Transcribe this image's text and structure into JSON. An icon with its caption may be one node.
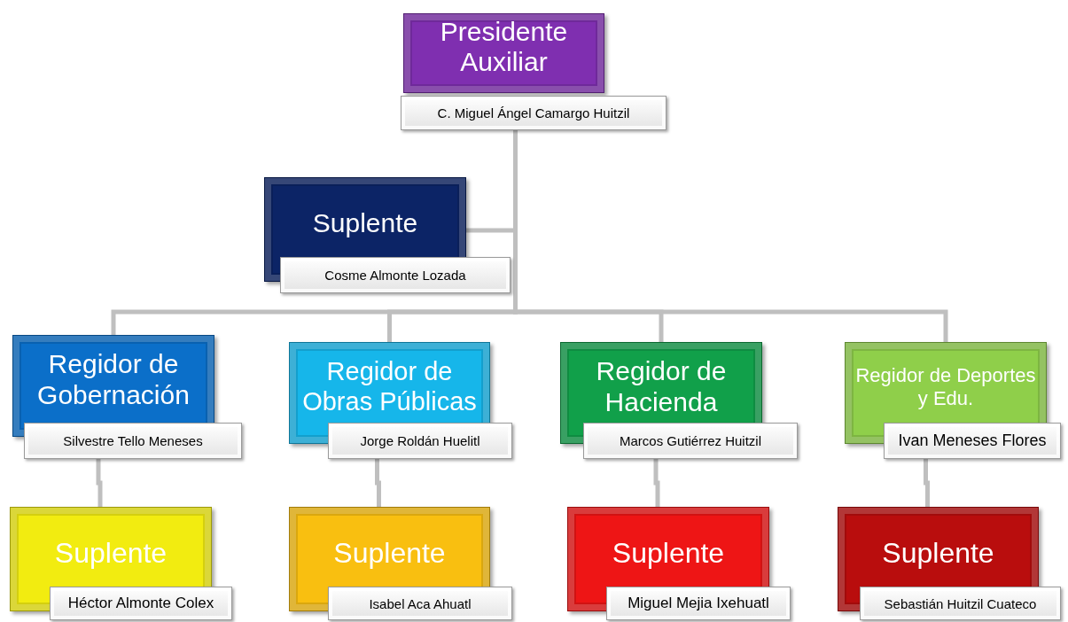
{
  "diagram": {
    "nodes": [
      {
        "text": [
          "Presidente Auxiliar",
          "C. Miguel Ángel Camargo Huitzil"
        ]
      },
      {
        "text": [
          "Suplente",
          "Cosme Almonte Lozada"
        ]
      },
      {
        "text": [
          "Regidor de Gobernación",
          "Silvestre Tello Meneses"
        ]
      },
      {
        "text": [
          "Regidor de Obras Públicas",
          "Jorge Roldán Huelitl"
        ]
      },
      {
        "text": [
          "Regidor de Hacienda",
          "Marcos Gutiérrez Huitzil"
        ]
      },
      {
        "text": [
          "Regidor de Deportes y Edu.",
          "Ivan Meneses Flores"
        ]
      },
      {
        "text": [
          "Suplente",
          "Héctor Almonte Colex"
        ]
      },
      {
        "text": [
          "Suplente",
          "Isabel Aca Ahuatl"
        ]
      },
      {
        "text": [
          "Suplente",
          "Miguel Mejia Ixehuatl"
        ]
      },
      {
        "text": [
          "Suplente",
          "Sebastián Huitzil Cuateco"
        ]
      }
    ],
    "edges": [
      {
        "from": 0,
        "to": 1,
        "arrow": "none"
      },
      {
        "from": 0,
        "to": 2,
        "arrow": "none"
      },
      {
        "from": 0,
        "to": 3,
        "arrow": "none"
      },
      {
        "from": 0,
        "to": 4,
        "arrow": "none"
      },
      {
        "from": 0,
        "to": 5,
        "arrow": "none"
      },
      {
        "from": 2,
        "to": 6,
        "arrow": "none"
      },
      {
        "from": 3,
        "to": 7,
        "arrow": "none"
      },
      {
        "from": 4,
        "to": 8,
        "arrow": "none"
      },
      {
        "from": 5,
        "to": 9,
        "arrow": "none"
      }
    ]
  }
}
